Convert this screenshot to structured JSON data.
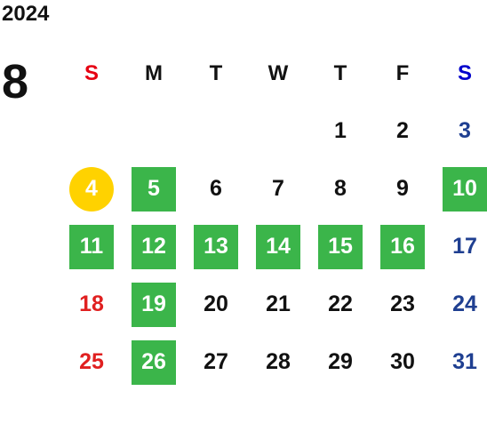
{
  "header": {
    "year": "2024",
    "month": "8"
  },
  "weekdays": [
    {
      "label": "S",
      "color": "#e60012"
    },
    {
      "label": "M",
      "color": "#111111"
    },
    {
      "label": "T",
      "color": "#111111"
    },
    {
      "label": "W",
      "color": "#111111"
    },
    {
      "label": "T",
      "color": "#111111"
    },
    {
      "label": "F",
      "color": "#111111"
    },
    {
      "label": "S",
      "color": "#0000cc"
    }
  ],
  "colors": {
    "open_day": "#3bb54a",
    "today": "#ffd200",
    "sunday": "#e02020",
    "saturday": "#1f3f91",
    "normal": "#111111"
  },
  "weeks": [
    [
      null,
      null,
      null,
      null,
      {
        "day": "1",
        "status": "normal"
      },
      {
        "day": "2",
        "status": "normal"
      },
      {
        "day": "3",
        "status": "sat"
      }
    ],
    [
      {
        "day": "4",
        "status": "today"
      },
      {
        "day": "5",
        "status": "green"
      },
      {
        "day": "6",
        "status": "normal"
      },
      {
        "day": "7",
        "status": "normal"
      },
      {
        "day": "8",
        "status": "normal"
      },
      {
        "day": "9",
        "status": "normal"
      },
      {
        "day": "10",
        "status": "green"
      }
    ],
    [
      {
        "day": "11",
        "status": "green"
      },
      {
        "day": "12",
        "status": "green"
      },
      {
        "day": "13",
        "status": "green"
      },
      {
        "day": "14",
        "status": "green"
      },
      {
        "day": "15",
        "status": "green"
      },
      {
        "day": "16",
        "status": "green"
      },
      {
        "day": "17",
        "status": "sat"
      }
    ],
    [
      {
        "day": "18",
        "status": "holiday"
      },
      {
        "day": "19",
        "status": "green"
      },
      {
        "day": "20",
        "status": "normal"
      },
      {
        "day": "21",
        "status": "normal"
      },
      {
        "day": "22",
        "status": "normal"
      },
      {
        "day": "23",
        "status": "normal"
      },
      {
        "day": "24",
        "status": "sat"
      }
    ],
    [
      {
        "day": "25",
        "status": "holiday"
      },
      {
        "day": "26",
        "status": "green"
      },
      {
        "day": "27",
        "status": "normal"
      },
      {
        "day": "28",
        "status": "normal"
      },
      {
        "day": "29",
        "status": "normal"
      },
      {
        "day": "30",
        "status": "normal"
      },
      {
        "day": "31",
        "status": "sat"
      }
    ]
  ]
}
